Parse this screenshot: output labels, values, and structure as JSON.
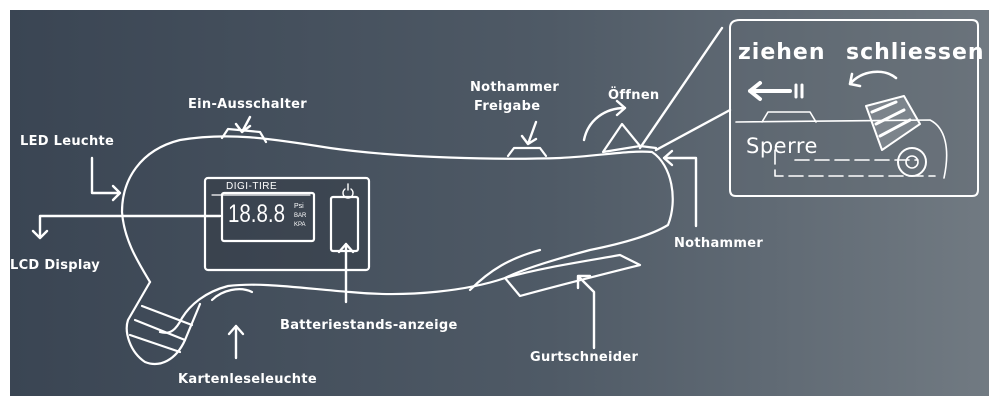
{
  "labels": {
    "led": "LED Leuchte",
    "lcd": "LCD Display",
    "switch": "Ein-Ausschalter",
    "release_1": "Nothammer",
    "release_2": "Freigabe",
    "open": "Öffnen",
    "hammer": "Nothammer",
    "battery": "Batteriestands-anzeige",
    "card_light": "Kartenleseleuchte",
    "cutter": "Gurtschneider"
  },
  "inset": {
    "pull": "ziehen",
    "close": "schliessen",
    "lock": "Sperre"
  },
  "screen": {
    "brand": "DIGI-TIRE",
    "reading": "18.8.8",
    "unit_psi": "Psi",
    "unit_bar": "BAR",
    "unit_kpa": "KPA"
  },
  "colors": {
    "bg_dark": "#3b4654",
    "bg_light": "#6f7880",
    "line": "#ffffff"
  }
}
